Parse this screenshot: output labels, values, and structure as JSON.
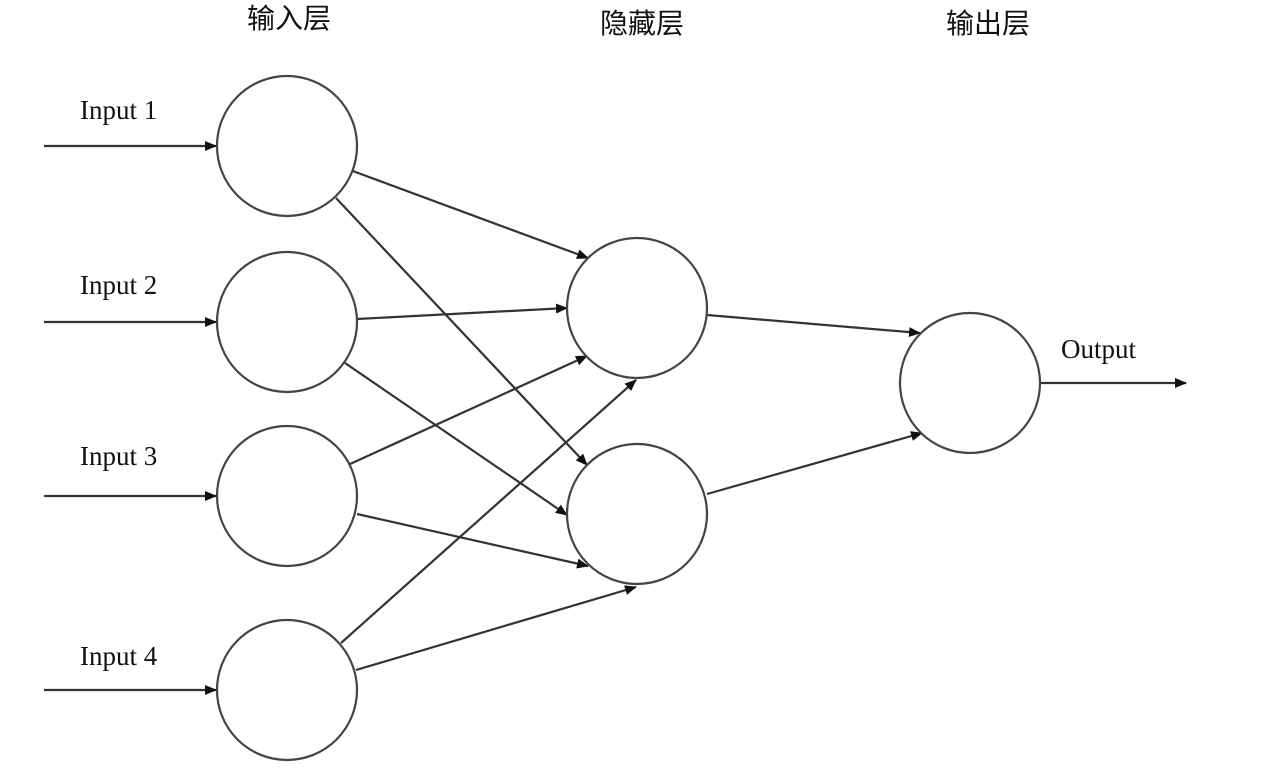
{
  "layers": {
    "input_title": "输入层",
    "hidden_title": "隐藏层",
    "output_title": "输出层"
  },
  "inputs": [
    "Input 1",
    "Input 2",
    "Input 3",
    "Input 4"
  ],
  "output_label": "Output",
  "style": {
    "line_color": "#333333",
    "node_stroke": "#444444",
    "background": "#ffffff"
  }
}
